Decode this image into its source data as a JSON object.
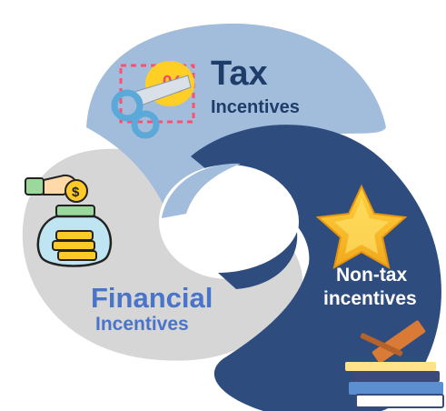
{
  "segments": {
    "tax": {
      "title": "Tax",
      "subtitle": "Incentives",
      "icon": "scissors-discount-icon",
      "color": "#9fb8d6",
      "text_color": "#1f3d6a"
    },
    "financial": {
      "title": "Financial",
      "subtitle": "Incentives",
      "icon": "money-jar-icon",
      "color": "#d6d6d6",
      "text_color": "#4a74c8"
    },
    "non_tax": {
      "title": "Non-tax",
      "subtitle": "incentives",
      "icons": [
        "star-icon",
        "gavel-icon"
      ],
      "color": "#2e4d7e",
      "text_color": "#ffffff"
    }
  }
}
